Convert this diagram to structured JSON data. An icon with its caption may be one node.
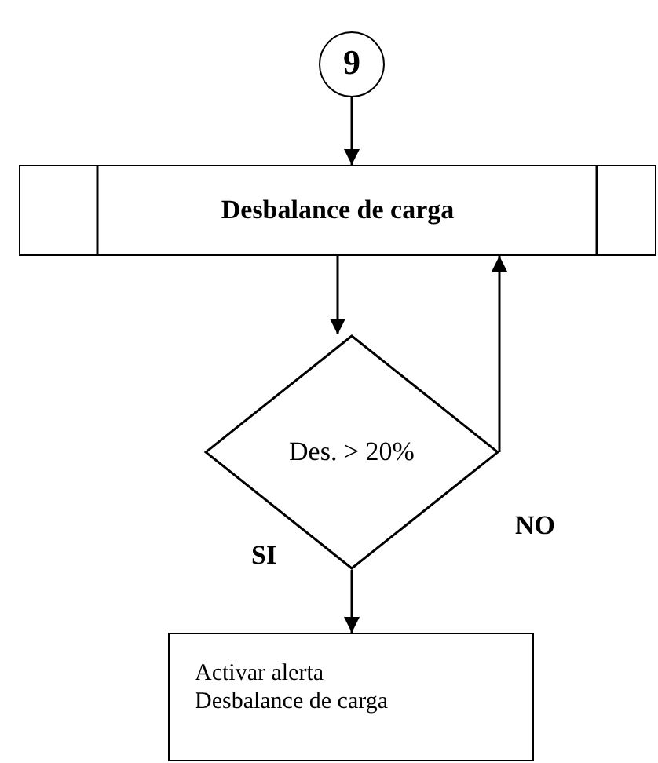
{
  "diagram": {
    "nodes": [
      {
        "text": [
          "9"
        ]
      },
      {
        "text": [
          "Desbalance de carga"
        ]
      },
      {
        "text": [
          "Des. > 20%"
        ]
      },
      {
        "text": [
          "Activar alerta Desbalance de carga"
        ]
      }
    ],
    "edges": [
      {
        "from": 0,
        "to": 1,
        "arrow": "to"
      },
      {
        "from": 1,
        "to": 2,
        "arrow": "to"
      },
      {
        "from": 2,
        "to": 1,
        "arrow": "to",
        "label": "NO"
      },
      {
        "from": 2,
        "to": 3,
        "arrow": "to",
        "label": "SI"
      }
    ]
  }
}
